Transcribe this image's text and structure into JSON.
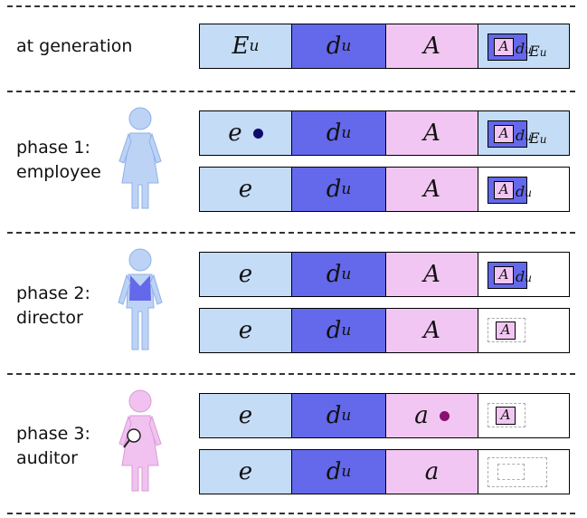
{
  "sections": [
    {
      "label": "at generation"
    },
    {
      "label": "phase 1:\nemployee"
    },
    {
      "label": "phase 2:\ndirector"
    },
    {
      "label": "phase 3:\nauditor"
    }
  ],
  "cells": {
    "E": "E",
    "u": "u",
    "d": "d",
    "A": "A",
    "e": "e",
    "a": "a"
  },
  "colors": {
    "light_blue": "#c4dcf6",
    "blue": "#6468ea",
    "pink": "#f2c6f2",
    "dot_navy": "#0c0c6e",
    "dot_purple": "#8a1070",
    "person_blue": "#bcd3f6",
    "person_pink": "#f1c2f0"
  },
  "icons": [
    "person-employee-icon",
    "person-director-icon",
    "person-auditor-icon"
  ]
}
